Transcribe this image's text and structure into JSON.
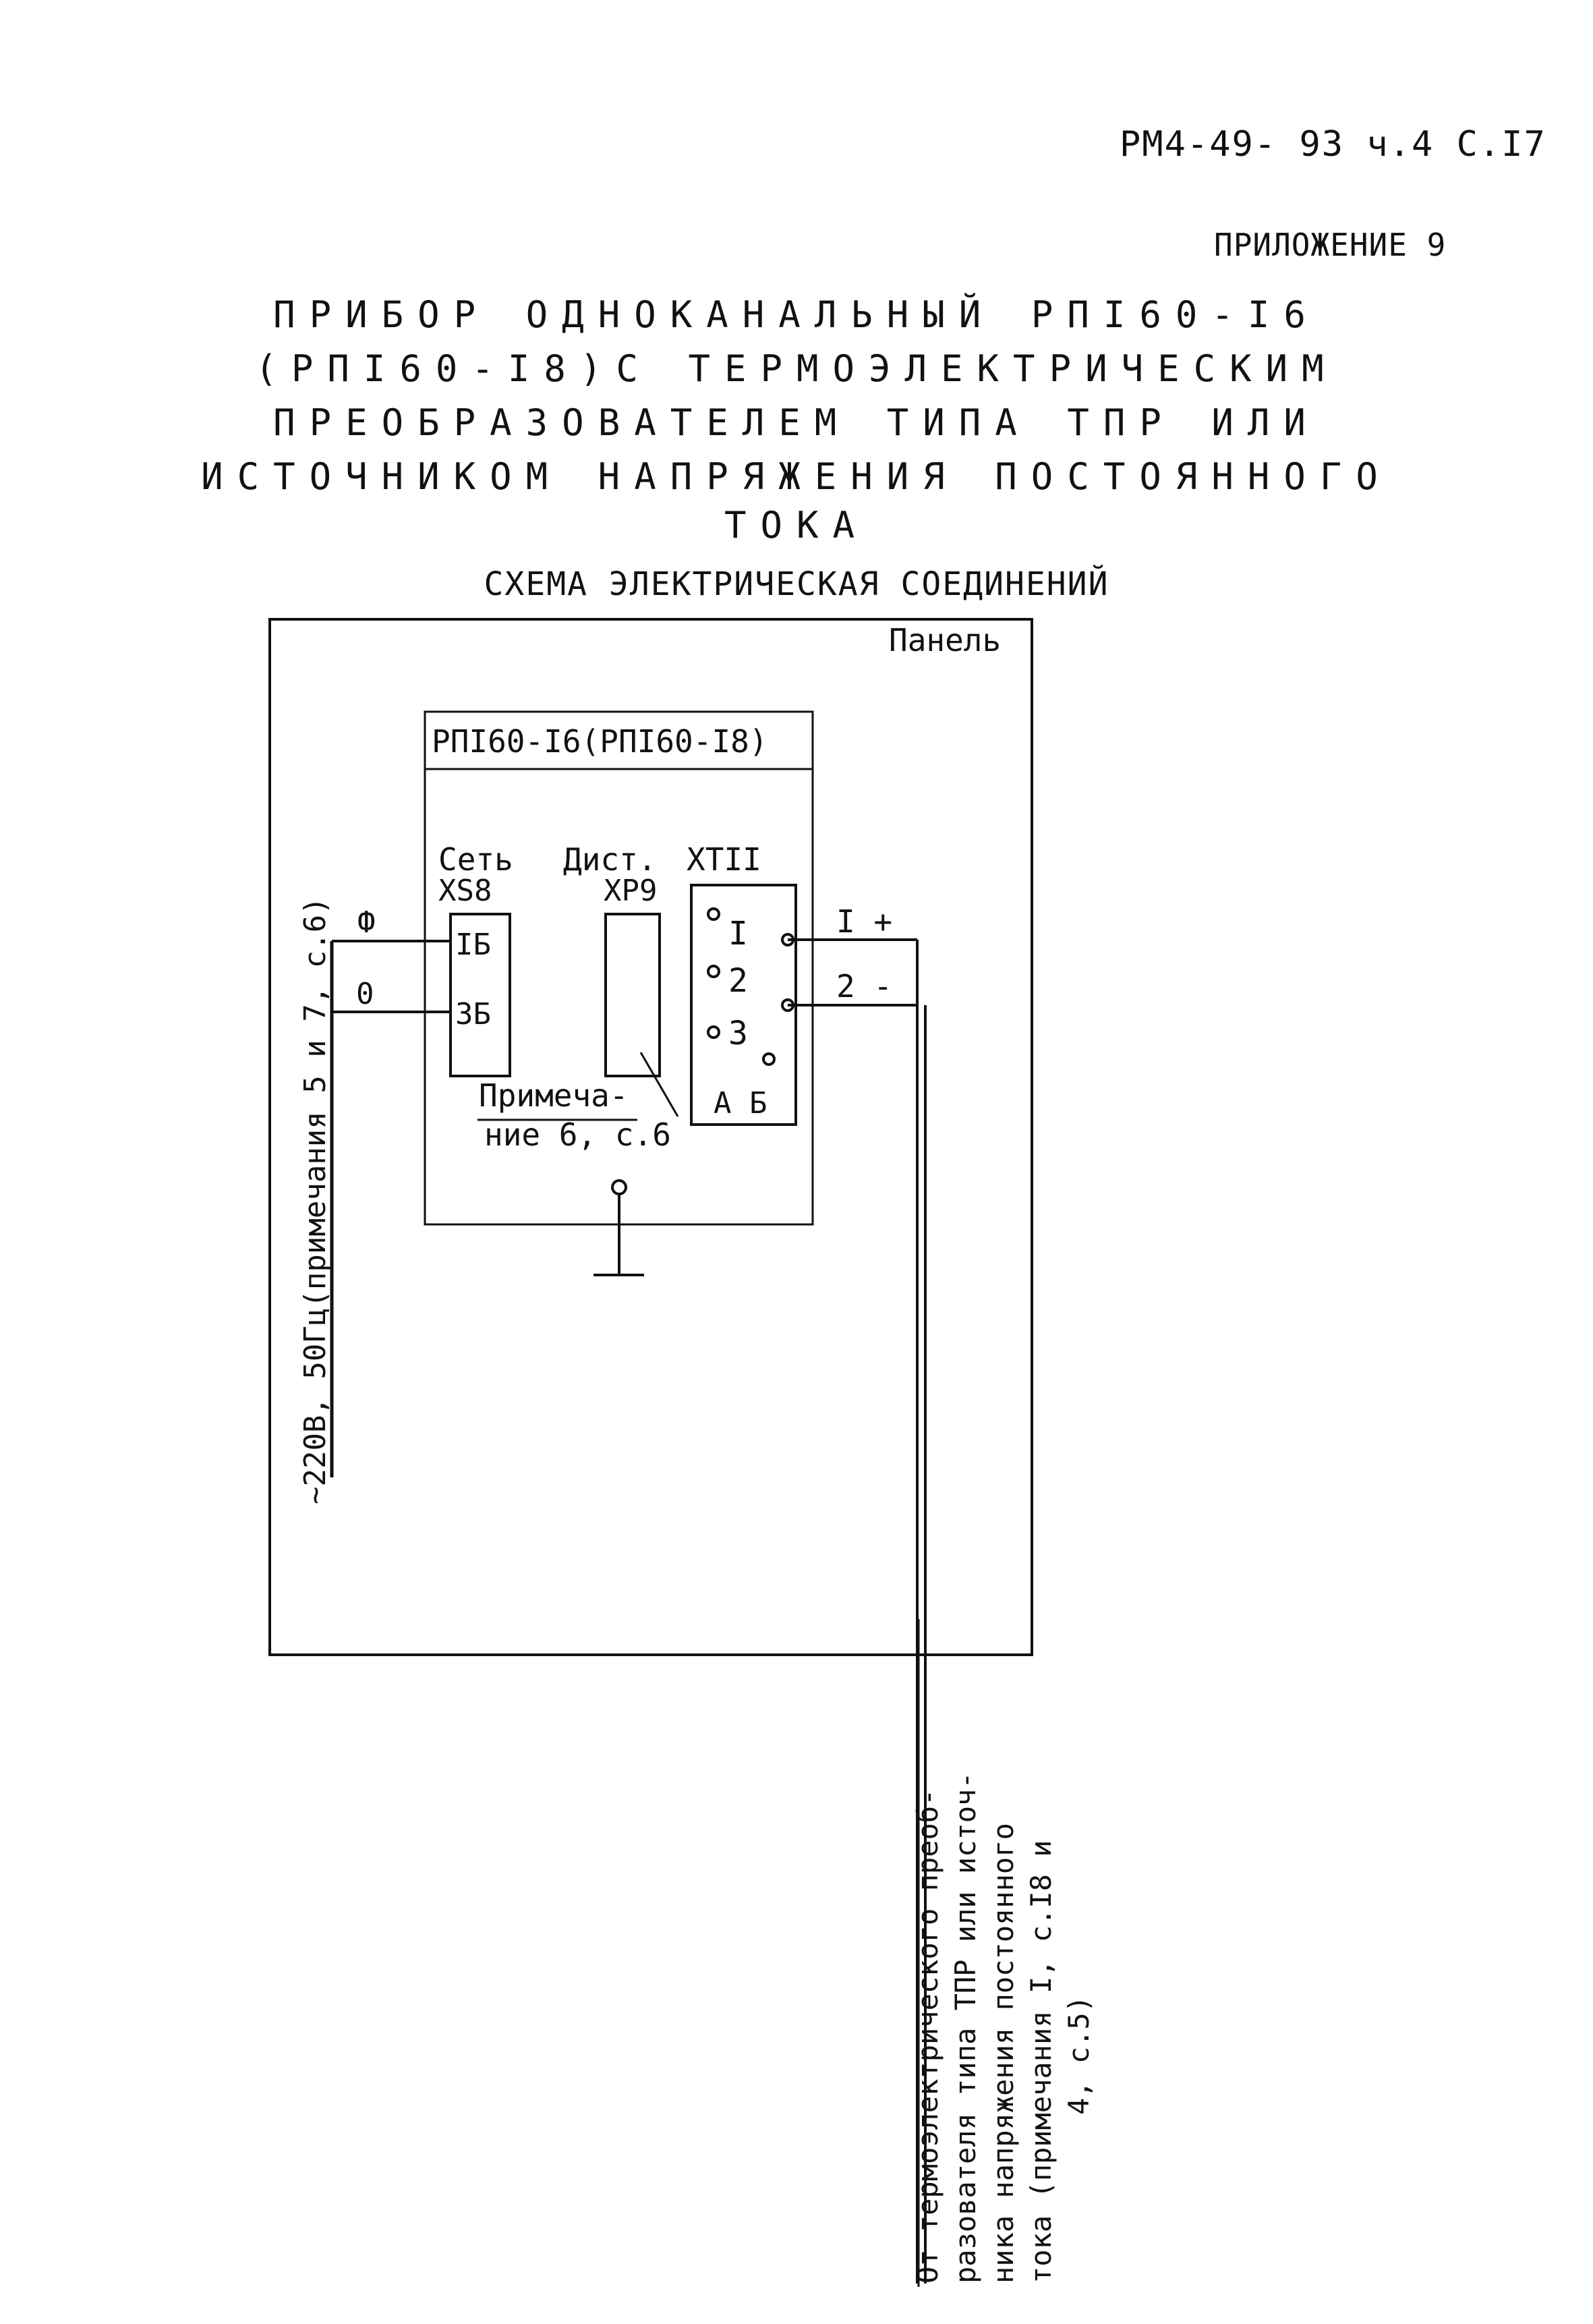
{
  "header": {
    "doc_code": "РМ4-49- 93 ч.4  С.I7",
    "appendix": "ПРИЛОЖЕНИЕ 9"
  },
  "title": {
    "lines": [
      "ПРИБОР ОДНОКАНАЛЬНЫЙ РПI60-I6",
      "(РПI60-I8)С ТЕРМОЭЛЕКТРИЧЕСКИМ",
      "ПРЕОБРАЗОВАТЕЛЕМ ТИПА ТПР ИЛИ",
      "ИСТОЧНИКОМ НАПРЯЖЕНИЯ ПОСТОЯННОГО",
      "ТОКА"
    ],
    "subtitle": "СХЕМА ЭЛЕКТРИЧЕСКАЯ СОЕДИНЕНИЙ"
  },
  "diagram": {
    "panel_label": "Панель",
    "device_label": "РПI60-I6(РПI60-I8)",
    "net_connector": {
      "label": "Сеть",
      "id": "XS8",
      "pins": [
        "IБ",
        "3Б"
      ]
    },
    "dist_connector": {
      "label": "Дист.",
      "id": "XP9"
    },
    "xt_connector": {
      "id": "XTII",
      "pins": [
        "I",
        "2",
        "3"
      ],
      "columns": "А Б"
    },
    "note_line1": "Примеча-",
    "note_line2": "ние 6, с.6",
    "wire_phase": "Ф",
    "wire_zero": "0",
    "wire_plus": "I +",
    "wire_minus": "2 -",
    "power_label": "~220В, 50Гц(примечания 5 и 7, с.6)",
    "source_lines": [
      "От термоэлектрического преоб-",
      "разователя типа ТПР или источ-",
      "ника напряжения постоянного",
      "тока (примечания I, с.I8 и",
      "4, с.5)"
    ]
  }
}
